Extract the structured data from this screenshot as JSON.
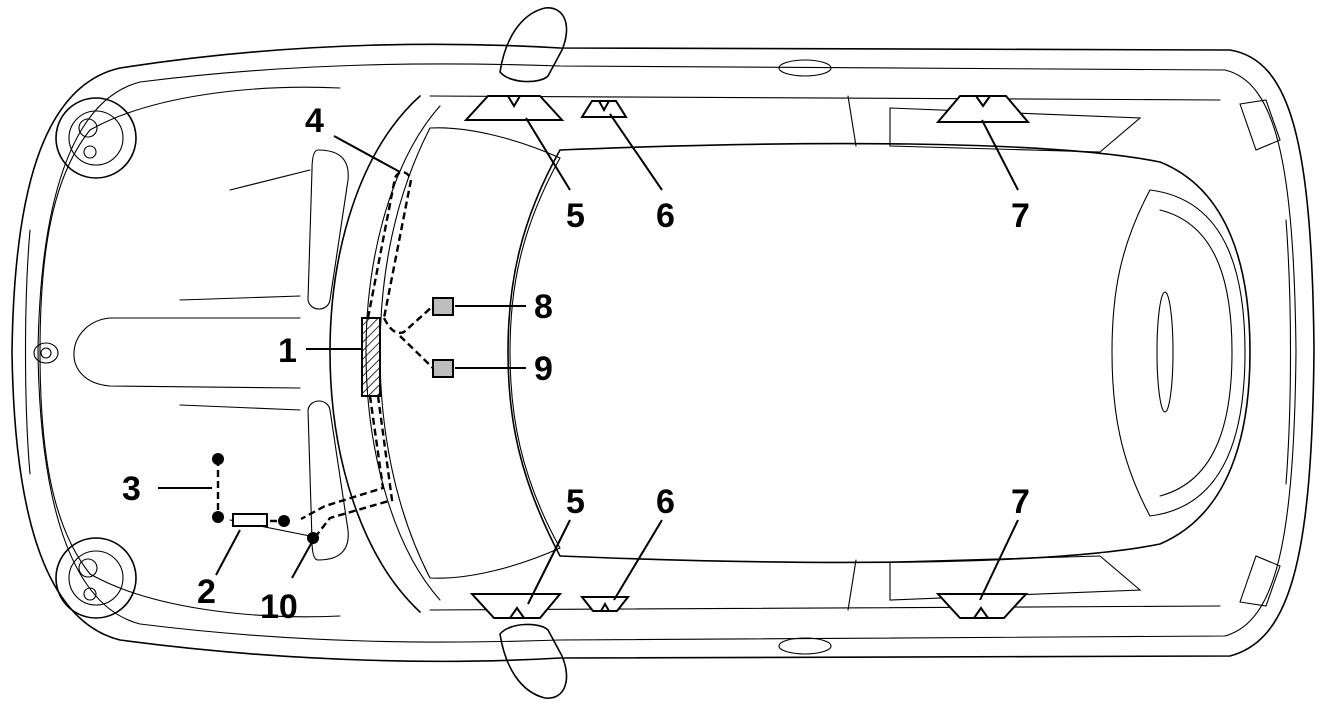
{
  "callouts": {
    "c1": "1",
    "c2": "2",
    "c3": "3",
    "c4": "4",
    "c5_top": "5",
    "c6_top": "6",
    "c7_top": "7",
    "c8": "8",
    "c9": "9",
    "c5_bottom": "5",
    "c6_bottom": "6",
    "c7_bottom": "7",
    "c10": "10"
  }
}
